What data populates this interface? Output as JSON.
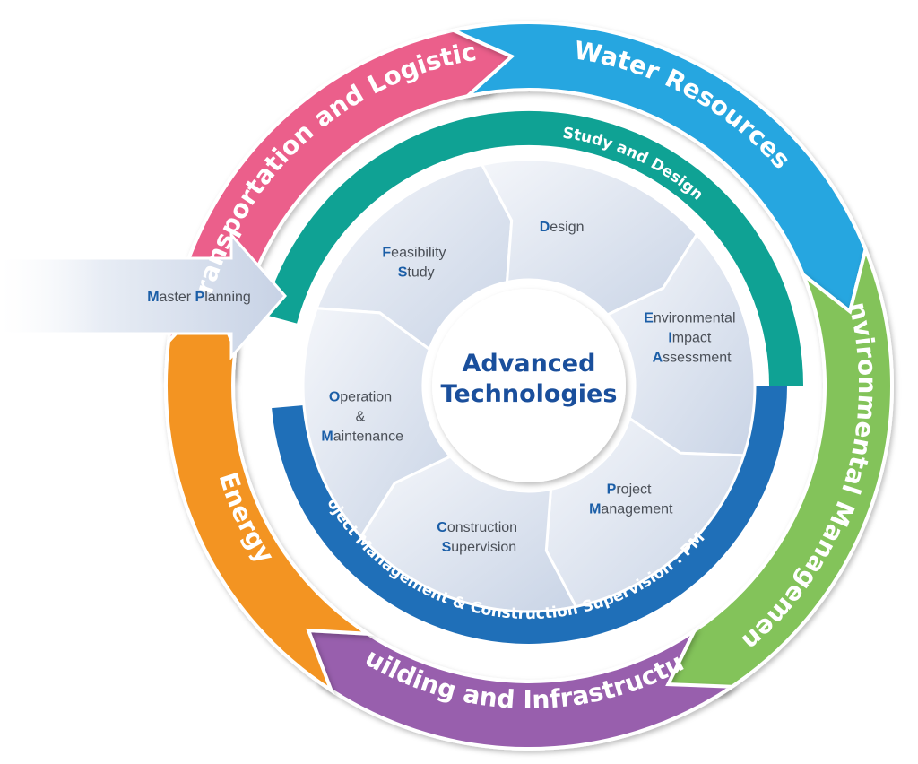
{
  "colors": {
    "transportation": "#eb5f8b",
    "water": "#27a6e0",
    "environmental": "#83c35a",
    "building": "#985fad",
    "energy": "#f39420",
    "study_ring": "#0fa294",
    "pmsc_ring": "#1f6fb8",
    "phase_fill": "#dfe6f1",
    "center_text": "#1a4f9c",
    "initial_text": "#1b5ea7"
  },
  "outer_sectors": [
    {
      "key": "transportation",
      "label": "Transportation and Logistics"
    },
    {
      "key": "water",
      "label": "Water Resources"
    },
    {
      "key": "environmental",
      "label": "Environmental Management"
    },
    {
      "key": "building",
      "label": "Building and Infrastructure"
    },
    {
      "key": "energy",
      "label": "Energy"
    }
  ],
  "rings": {
    "study": "Study and Design",
    "pmsc": "Project Management & Construction Supervision : PMSC"
  },
  "entry": {
    "line1": {
      "initial": "M",
      "rest": "aster ",
      "initial2": "P",
      "rest2": "lanning"
    }
  },
  "phases": [
    {
      "key": "feasibility",
      "lines": [
        {
          "initial": "F",
          "rest": "easibility"
        },
        {
          "initial": "S",
          "rest": "tudy"
        }
      ]
    },
    {
      "key": "design",
      "lines": [
        {
          "initial": "D",
          "rest": "esign"
        }
      ]
    },
    {
      "key": "eia",
      "lines": [
        {
          "initial": "E",
          "rest": "nvironmental"
        },
        {
          "initial": "I",
          "rest": "mpact"
        },
        {
          "initial": "A",
          "rest": "ssessment"
        }
      ]
    },
    {
      "key": "pm",
      "lines": [
        {
          "initial": "P",
          "rest": "roject"
        },
        {
          "initial": "M",
          "rest": "anagement"
        }
      ]
    },
    {
      "key": "cs",
      "lines": [
        {
          "initial": "C",
          "rest": "onstruction"
        },
        {
          "initial": "S",
          "rest": "upervision"
        }
      ]
    },
    {
      "key": "om",
      "lines": [
        {
          "initial": "O",
          "rest": "peration"
        },
        {
          "initial": "",
          "rest": "&"
        },
        {
          "initial": "M",
          "rest": "aintenance"
        }
      ]
    }
  ],
  "center": {
    "line1": "Advanced",
    "line2": "Technologies"
  }
}
